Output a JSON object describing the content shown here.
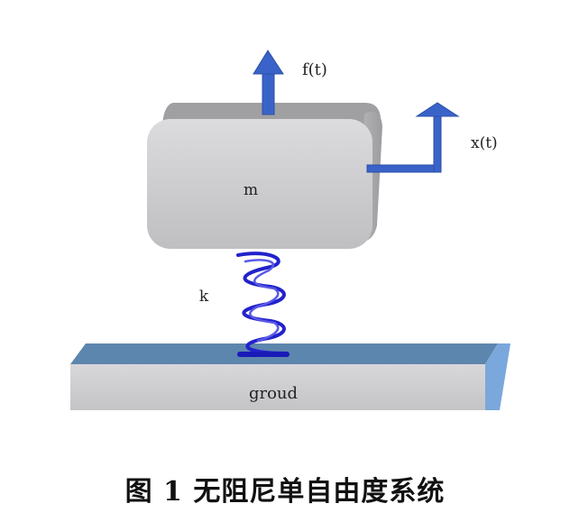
{
  "labels": {
    "force": "f(t)",
    "displacement": "x(t)",
    "mass": "m",
    "spring": "k",
    "ground": "groud"
  },
  "caption": "图 1  无阻尼单自由度系统",
  "colors": {
    "arrow": "#3a63c9",
    "spring": "#2020d0",
    "mass_face": "#d2d2d4",
    "mass_top": "#9a9a9c",
    "ground_top": "#5d86ae",
    "ground_front": "#cfcfd1",
    "ground_side": "#6f9fd8"
  }
}
